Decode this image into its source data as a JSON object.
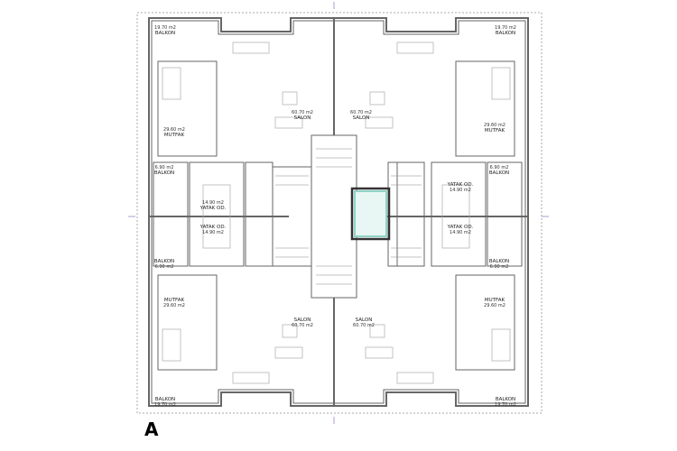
{
  "plan_letter": "A",
  "rooms": {
    "salon": {
      "name": "SALON",
      "area": "60.70 m2"
    },
    "mutfak": {
      "name": "MUTFAK",
      "area": "29.60 m2"
    },
    "yatak": {
      "name": "YATAK OD.",
      "area": "14.90 m2"
    },
    "balkon_small": {
      "name": "BALKON",
      "area": "6.90 m2"
    },
    "balkon_large": {
      "name": "BALKON",
      "area": "19.70 m2"
    }
  },
  "colors": {
    "walls": "#555555",
    "elevator": "#8fd3c8",
    "section_marks": "#9b7fc4"
  }
}
